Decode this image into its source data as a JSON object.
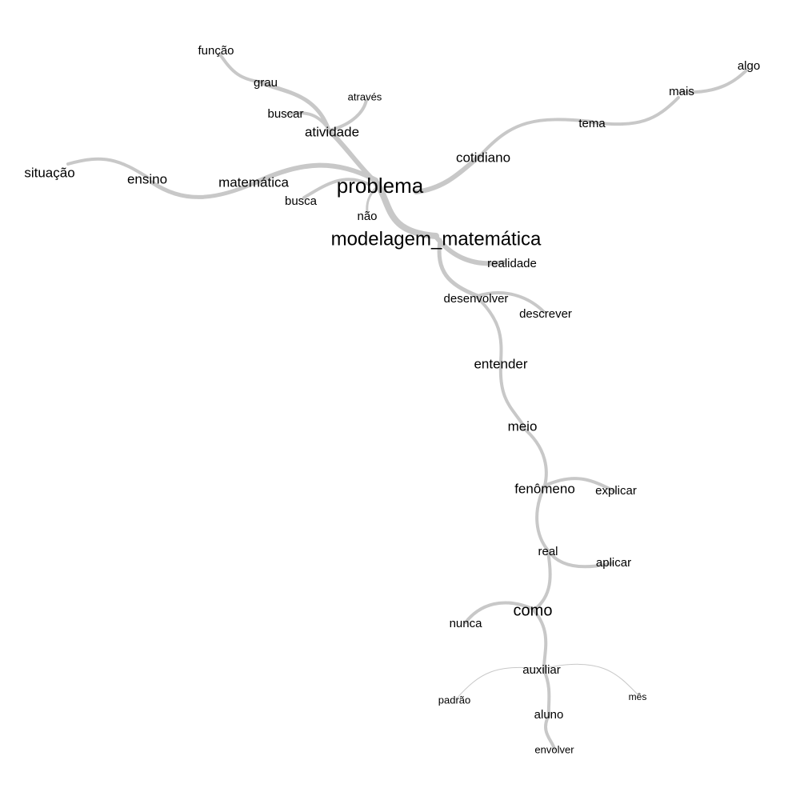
{
  "graph": {
    "type": "similarity-tree",
    "nodes": {
      "problema": "problema",
      "modelagem": "modelagem_matemática",
      "atividade": "atividade",
      "buscar": "buscar",
      "grau": "grau",
      "funcao": "função",
      "atraves": "através",
      "matematica": "matemática",
      "ensino": "ensino",
      "situacao": "situação",
      "busca": "busca",
      "nao": "não",
      "cotidiano": "cotidiano",
      "tema": "tema",
      "mais": "mais",
      "algo": "algo",
      "realidade": "realidade",
      "desenvolver": "desenvolver",
      "descrever": "descrever",
      "entender": "entender",
      "meio": "meio",
      "fenomeno": "fenômeno",
      "explicar": "explicar",
      "real": "real",
      "aplicar": "aplicar",
      "como": "como",
      "nunca": "nunca",
      "auxiliar": "auxiliar",
      "padrao": "padrão",
      "mes": "mês",
      "aluno": "aluno",
      "envolver": "envolver"
    },
    "edges": [
      [
        "problema",
        "modelagem"
      ],
      [
        "problema",
        "atividade"
      ],
      [
        "atividade",
        "grau"
      ],
      [
        "grau",
        "funcao"
      ],
      [
        "atividade",
        "buscar"
      ],
      [
        "atividade",
        "atraves"
      ],
      [
        "problema",
        "matematica"
      ],
      [
        "matematica",
        "ensino"
      ],
      [
        "ensino",
        "situacao"
      ],
      [
        "problema",
        "busca"
      ],
      [
        "problema",
        "nao"
      ],
      [
        "problema",
        "cotidiano"
      ],
      [
        "cotidiano",
        "tema"
      ],
      [
        "tema",
        "mais"
      ],
      [
        "mais",
        "algo"
      ],
      [
        "modelagem",
        "realidade"
      ],
      [
        "modelagem",
        "desenvolver"
      ],
      [
        "desenvolver",
        "descrever"
      ],
      [
        "desenvolver",
        "entender"
      ],
      [
        "entender",
        "meio"
      ],
      [
        "meio",
        "fenomeno"
      ],
      [
        "fenomeno",
        "explicar"
      ],
      [
        "fenomeno",
        "real"
      ],
      [
        "real",
        "aplicar"
      ],
      [
        "real",
        "como"
      ],
      [
        "como",
        "nunca"
      ],
      [
        "como",
        "auxiliar"
      ],
      [
        "auxiliar",
        "padrao"
      ],
      [
        "auxiliar",
        "mes"
      ],
      [
        "auxiliar",
        "aluno"
      ],
      [
        "aluno",
        "envolver"
      ]
    ],
    "colors": {
      "edge": "#c8c8c8",
      "label": "#000000"
    }
  }
}
